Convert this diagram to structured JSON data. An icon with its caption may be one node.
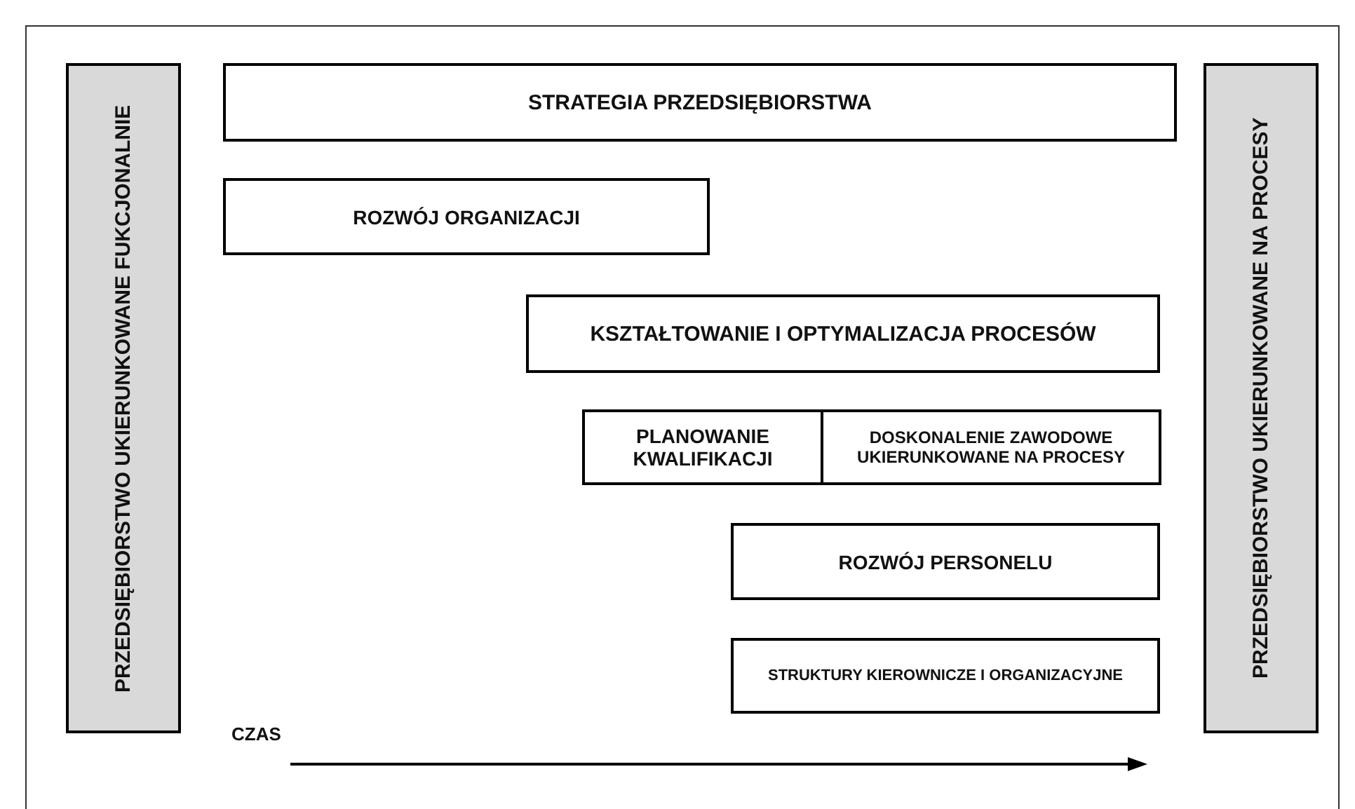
{
  "diagram": {
    "nodes": [
      {
        "text": [
          "PRZEDSIĘBIORSTWO UKIERUNKOWANE FUKCJONALNIE"
        ]
      },
      {
        "text": [
          "STRATEGIA PRZEDSIĘBIORSTWA"
        ]
      },
      {
        "text": [
          "ROZWÓJ ORGANIZACJI"
        ]
      },
      {
        "text": [
          "KSZTAŁTOWANIE I OPTYMALIZACJA PROCESÓW"
        ]
      },
      {
        "text": [
          "PLANOWANIE KWALIFIKACJI"
        ]
      },
      {
        "text": [
          "DOSKONALENIE ZAWODOWE UKIERUNKOWANE NA PROCESY"
        ]
      },
      {
        "text": [
          "ROZWÓJ PERSONELU"
        ]
      },
      {
        "text": [
          "STRUKTURY KIEROWNICZE I ORGANIZACYJNE"
        ]
      },
      {
        "text": [
          "PRZEDSIĘBIORSTWO UKIERUNKOWANE NA PROCESY"
        ]
      }
    ],
    "labels": [
      "CZAS"
    ]
  }
}
